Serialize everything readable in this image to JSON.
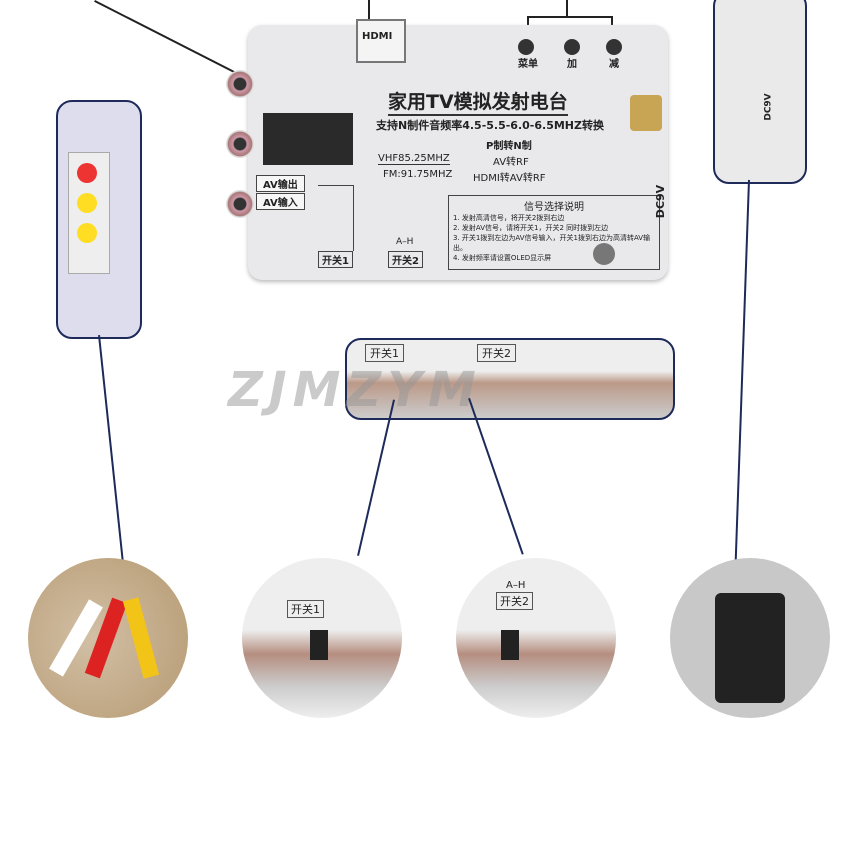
{
  "device": {
    "title": "家用TV模拟发射电台",
    "subtitle": "支持N制件音频率4.5-5.5-6.0-6.5MHZ转换",
    "modes": [
      "P制转N制",
      "AV转RF",
      "HDMI转AV转RF"
    ],
    "vhf": "VHF85.25MHZ",
    "fm": "FM:91.75MHZ",
    "av_out": "AV输出",
    "av_in": "AV输入",
    "switch1": "开关1",
    "switch2": "开关2",
    "range": "A–H",
    "hdmi": "HDMI",
    "buttons": [
      "菜单",
      "加",
      "减"
    ],
    "dc": "DC9V",
    "guide_title": "信号选择说明",
    "guide": [
      "1. 发射高清信号，将开关2拨到右边",
      "2. 发射AV信号，请将开关1，开关2 同时拨到左边",
      "3. 开关1拨到左边为AV信号输入，开关1拨到右边为高清转AV输出。",
      "4. 发射频率请设置OLED显示屏"
    ]
  },
  "inset_right_label": "DC9V",
  "detail": {
    "switch1": "开关1",
    "switch2": "开关2",
    "range": "A–H"
  },
  "watermark": "ZJMZYM"
}
